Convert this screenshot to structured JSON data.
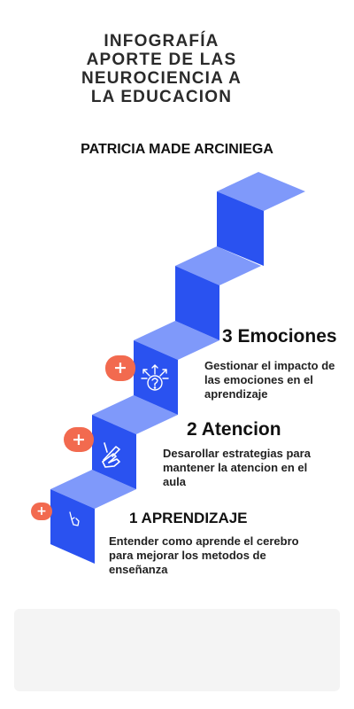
{
  "header": {
    "title": "INFOGRAFÍA\nAPORTE DE LAS\nNEUROCIENCIA A\nLA EDUCACION",
    "author": "PATRICIA MADE ARCINIEGA"
  },
  "steps": [
    {
      "title": "1 APRENDIZAJE",
      "description": "Entender como aprende el cerebro para mejorar los metodos de enseñanza",
      "icon": "hand-pointer-icon",
      "button_label": "+"
    },
    {
      "title": "2 Atencion",
      "description": "Desarollar estrategias para mantener la atencion en el aula",
      "icon": "peace-hand-icon",
      "button_label": "+"
    },
    {
      "title": "3 Emociones",
      "description": "Gestionar el impacto de las emociones en el aprendizaje",
      "icon": "question-arrows-icon",
      "button_label": "+"
    }
  ],
  "colors": {
    "riser": "#2a52f0",
    "tread": "#7f99fa",
    "button": "#f26a4f",
    "panel": "#f4f4f4"
  }
}
